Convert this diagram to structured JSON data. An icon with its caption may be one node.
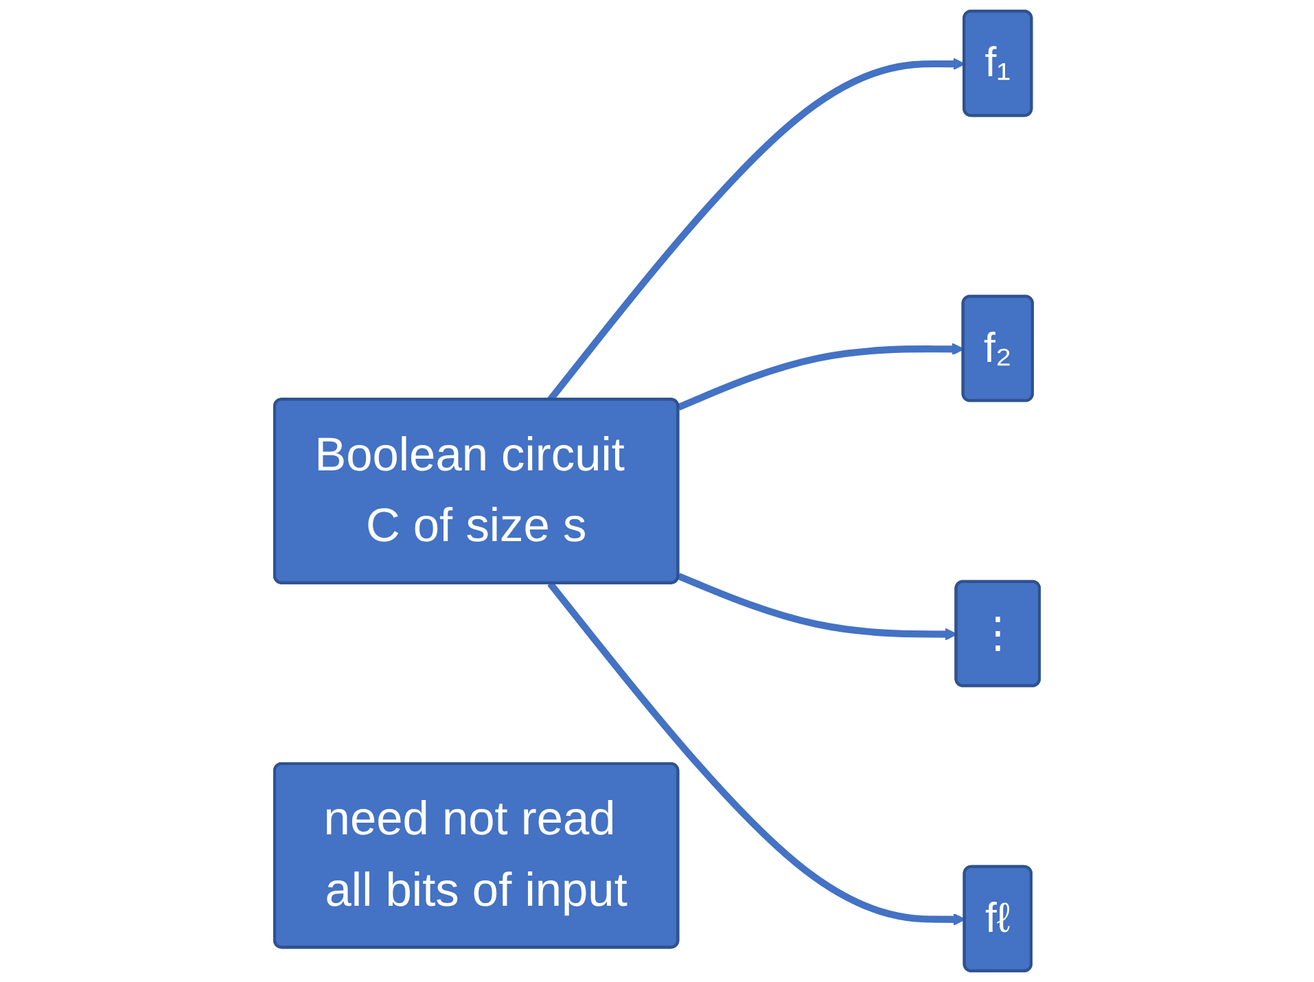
{
  "diagram": {
    "nodes": [
      {
        "text": [
          "Boolean circuit C of size s"
        ]
      },
      {
        "text": [
          "f₁"
        ]
      },
      {
        "text": [
          "f₂"
        ]
      },
      {
        "text": [
          "⋮"
        ]
      },
      {
        "text": [
          "fℓ"
        ]
      },
      {
        "text": [
          "need not read all bits of input"
        ]
      }
    ],
    "edges": [
      {
        "from": 0,
        "to": 1,
        "arrow": "to"
      },
      {
        "from": 0,
        "to": 2,
        "arrow": "to"
      },
      {
        "from": 0,
        "to": 3,
        "arrow": "to"
      },
      {
        "from": 0,
        "to": 4,
        "arrow": "to"
      }
    ]
  }
}
